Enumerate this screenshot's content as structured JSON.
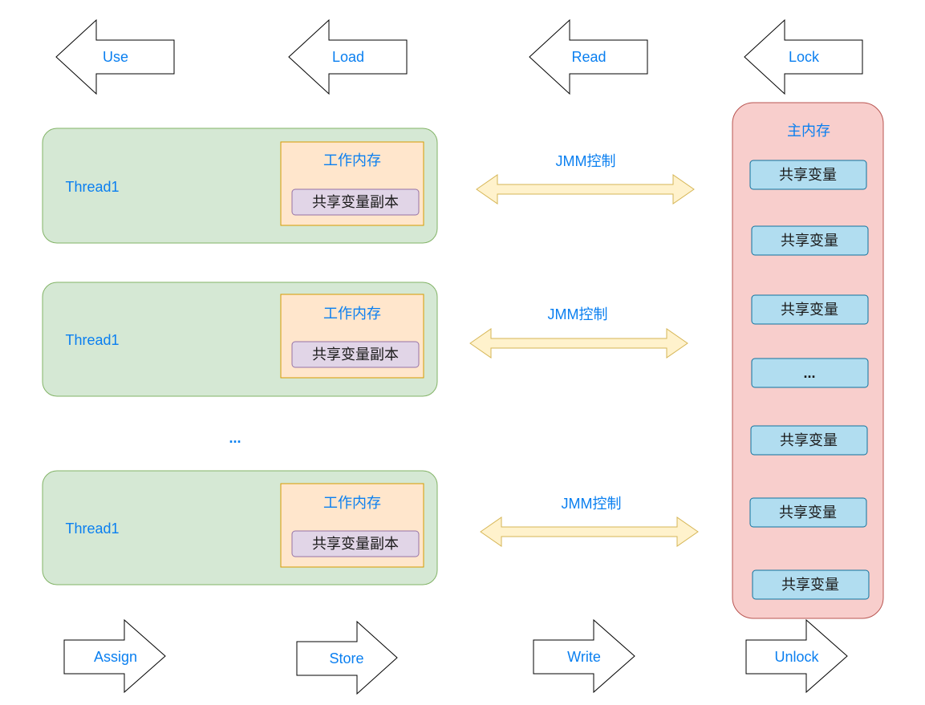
{
  "top_ops": [
    {
      "label": "Use"
    },
    {
      "label": "Load"
    },
    {
      "label": "Read"
    },
    {
      "label": "Lock"
    }
  ],
  "bottom_ops": [
    {
      "label": "Assign"
    },
    {
      "label": "Store"
    },
    {
      "label": "Write"
    },
    {
      "label": "Unlock"
    }
  ],
  "threads": [
    {
      "name": "Thread1",
      "work_memory": "工作内存",
      "copy": "共享变量副本",
      "link": "JMM控制"
    },
    {
      "name": "Thread1",
      "work_memory": "工作内存",
      "copy": "共享变量副本",
      "link": "JMM控制"
    },
    {
      "name": "Thread1",
      "work_memory": "工作内存",
      "copy": "共享变量副本",
      "link": "JMM控制"
    }
  ],
  "threads_ellipsis": "...",
  "main_memory": {
    "title": "主内存",
    "vars": [
      "共享变量",
      "共享变量",
      "共享变量",
      "...",
      "共享变量",
      "共享变量",
      "共享变量"
    ]
  },
  "colors": {
    "label_text": "#0a7ff0",
    "thread_fill": "#d5e8d4",
    "work_memory_fill": "#ffe6cc",
    "copy_fill": "#e1d5e7",
    "link_fill": "#fff2cc",
    "main_memory_fill": "#f8cecc",
    "var_fill": "#b1ddf0"
  }
}
